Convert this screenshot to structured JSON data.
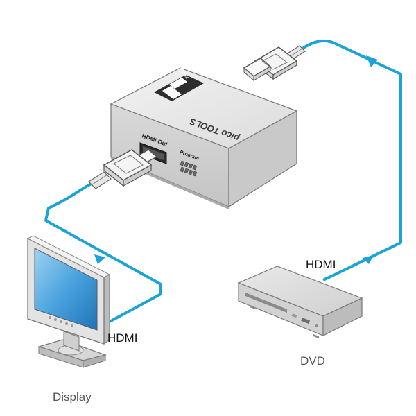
{
  "device": {
    "brand_logo_text": "KRAMER",
    "series_text": "pico TOOLS",
    "port_label": "HDMI Out",
    "switch_label": "Program"
  },
  "connections": {
    "display_cable_label": "HDMI",
    "dvd_cable_label": "HDMI"
  },
  "devices": {
    "display_label": "Display",
    "dvd_label": "DVD"
  },
  "colors": {
    "cable": "#1aa3d6",
    "device_body": "#e4e4e4",
    "screen": "#3a8fd0"
  }
}
